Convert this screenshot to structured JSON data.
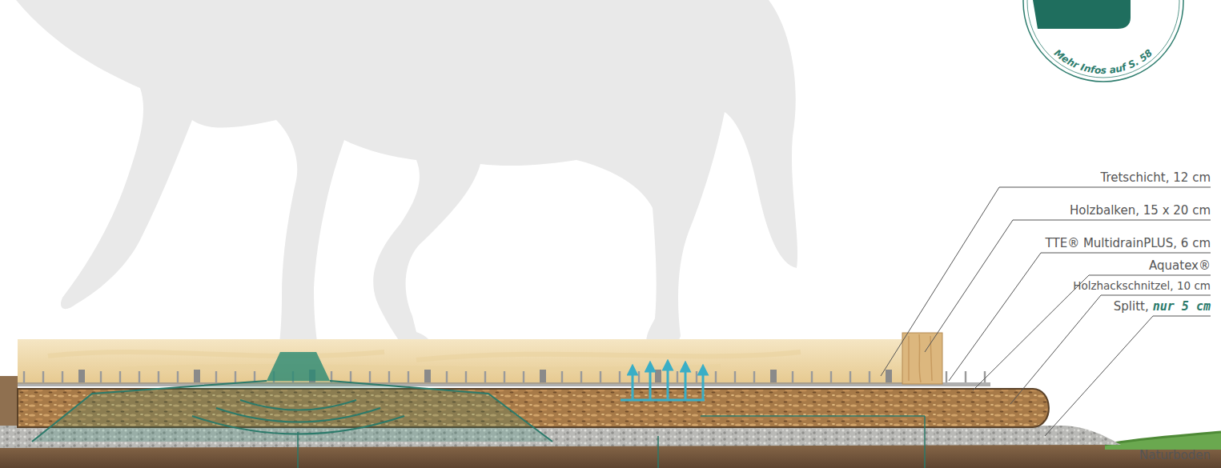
{
  "diagram": {
    "labels": [
      "Mehr Infos auf S. 58",
      "Tretschicht, 12 cm",
      "Holzbalken, 15 x 20 cm",
      "TTE® MultidrainPLUS, 6 cm",
      "Aquatex®",
      "Holzhackschnitzel, 10 cm",
      "Splitt,",
      "nur 5 cm",
      "Naturboden"
    ]
  }
}
